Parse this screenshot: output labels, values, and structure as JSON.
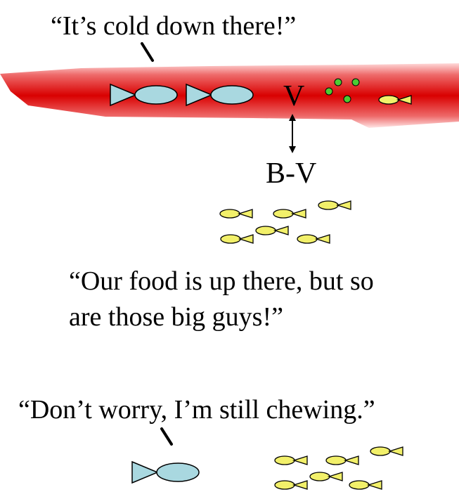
{
  "quotes": {
    "top": "“It’s cold down there!”",
    "middle_line1": "“Our food is up there, but so",
    "middle_line2": "are those big guys!”",
    "bottom": "“Don’t worry, I’m still chewing.”"
  },
  "labels": {
    "layer": "V",
    "migration": "B-V"
  },
  "colors": {
    "layer_red": "#d90000",
    "big_fish": "#a9d8e0",
    "small_fish": "#f2f06a",
    "food_dots": "#4ccc33",
    "outline": "#000000"
  }
}
